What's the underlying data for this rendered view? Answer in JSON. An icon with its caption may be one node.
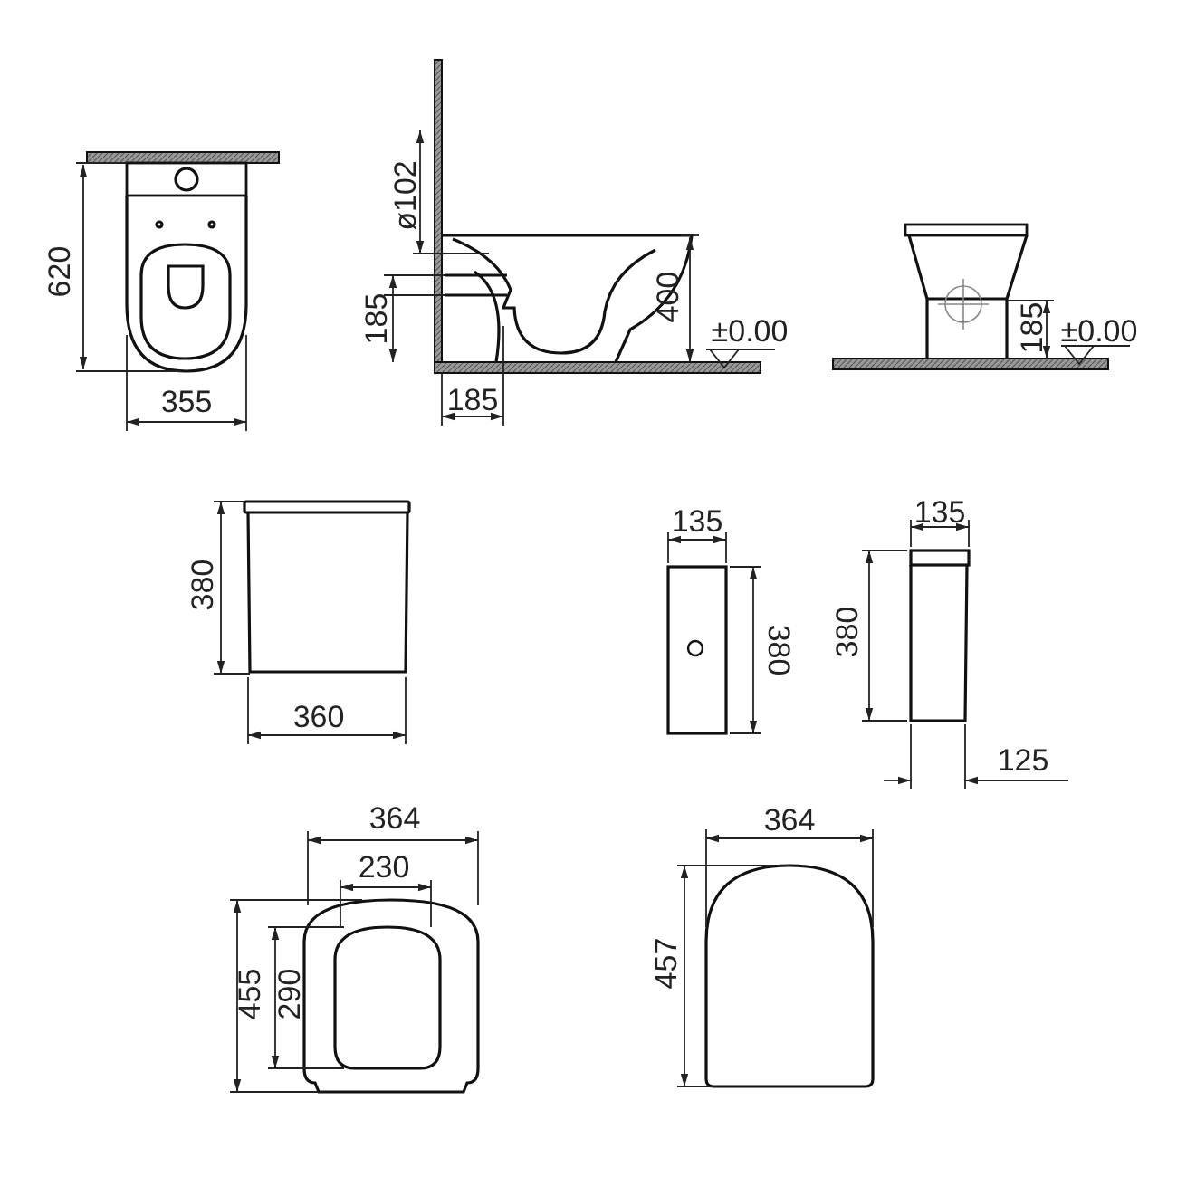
{
  "diagram": {
    "labels": [
      "620",
      "355",
      "ø102",
      "185",
      "185",
      "400",
      "±0.00",
      "185",
      "±0.00",
      "380",
      "360",
      "135",
      "380",
      "135",
      "380",
      "125",
      "364",
      "230",
      "455",
      "290",
      "364",
      "457"
    ]
  }
}
